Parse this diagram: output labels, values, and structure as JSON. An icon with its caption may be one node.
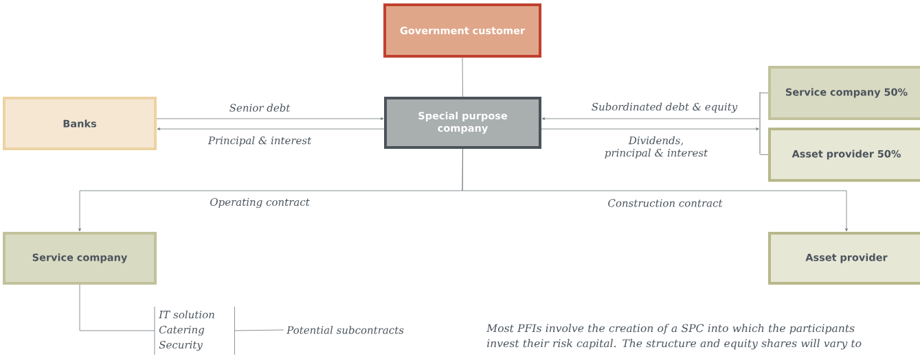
{
  "diagram": {
    "nodes": [
      {
        "text": [
          "Government customer"
        ]
      },
      {
        "text": [
          "Banks"
        ]
      },
      {
        "text": [
          "Special purpose company"
        ]
      },
      {
        "text": [
          "Service company 50%"
        ]
      },
      {
        "text": [
          "Asset provider 50%"
        ]
      },
      {
        "text": [
          "Service company"
        ]
      },
      {
        "text": [
          "Asset provider"
        ]
      },
      {
        "text": [
          "IT solution Catering Security"
        ]
      },
      {
        "text": [
          "Potential subcontracts"
        ]
      },
      {
        "text": [],
        "shape": "bar"
      }
    ],
    "edges": [
      {
        "from": 0,
        "to": 2,
        "arrow": "none"
      },
      {
        "from": 1,
        "to": 2,
        "arrow": "to",
        "label": "Senior debt"
      },
      {
        "from": 2,
        "to": 1,
        "arrow": "to",
        "label": "Principal & interest"
      },
      {
        "from": 9,
        "to": 2,
        "arrow": "to",
        "label": "Subordinated debt & equity"
      },
      {
        "from": 2,
        "to": 9,
        "arrow": "to",
        "label": "Dividends, principal & interest"
      },
      {
        "from": 3,
        "to": 9,
        "arrow": "none"
      },
      {
        "from": 4,
        "to": 9,
        "arrow": "none"
      },
      {
        "from": 2,
        "to": 5,
        "arrow": "to",
        "label": "Operating contract"
      },
      {
        "from": 2,
        "to": 6,
        "arrow": "to",
        "label": "Construction contract"
      },
      {
        "from": 5,
        "to": 7,
        "arrow": "none"
      },
      {
        "from": 7,
        "to": 8,
        "arrow": "none"
      }
    ],
    "caption": "Most PFIs involve the creation of a SPC into which the participants invest their risk capital. The structure and equity shares will vary to"
  }
}
